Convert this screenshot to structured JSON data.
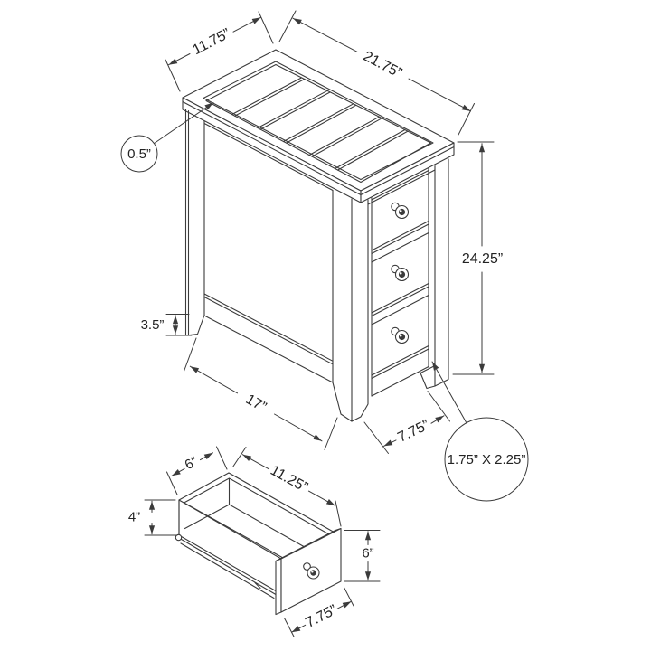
{
  "diagram": {
    "type": "furniture-dimension-drawing",
    "colors": {
      "line": "#3b3b3b",
      "text": "#232323",
      "background": "#ffffff"
    },
    "table": {
      "description": "isometric side table with slatted top and 3 drawers",
      "top_depth_label": "11.75”",
      "top_length_label": "21.75”",
      "top_thickness_label": "0.5”",
      "height_label": "24.25”",
      "foot_height_label": "3.5”",
      "base_span_label": "17”",
      "drawer_opening_label": "7.75”",
      "leg_section_label": "1.75” X 2.25”"
    },
    "drawer": {
      "description": "isometric open drawer box with slide rail and front panel",
      "width_label": "6”",
      "length_label": "11.25”",
      "depth_label": "4”",
      "front_height_label": "6”",
      "front_width_label": "7.75”"
    }
  }
}
